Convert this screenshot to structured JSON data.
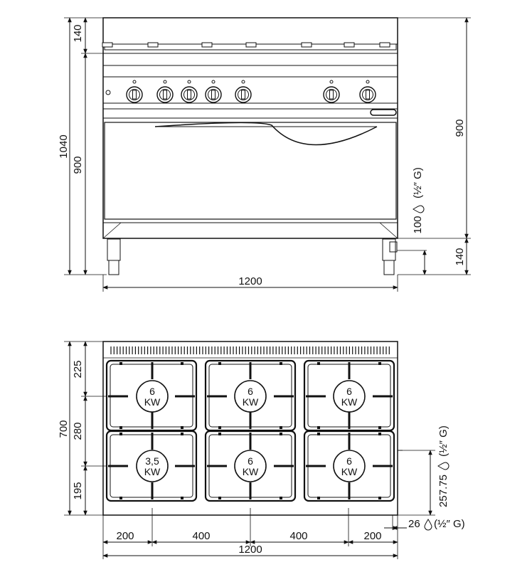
{
  "front_view": {
    "dims": {
      "top_band_height": "140",
      "overall_height": "1040",
      "body_height": "900",
      "right_height": "900",
      "gas_height": "100",
      "gas_connection": "(½″ G)",
      "leg_height": "140",
      "width": "1200"
    }
  },
  "top_view": {
    "dims": {
      "depth": "700",
      "front_row": "225",
      "middle_row": "280",
      "rear_row": "195",
      "gas_offset": "257.75",
      "gas_connection": "(½″ G)",
      "gas_side_offset": "26",
      "gas_side_connection": "(½″ G)",
      "seg_1": "200",
      "seg_2": "400",
      "seg_3": "400",
      "seg_4": "200",
      "width": "1200"
    },
    "burners": [
      {
        "power": "6",
        "unit": "KW"
      },
      {
        "power": "6",
        "unit": "KW"
      },
      {
        "power": "6",
        "unit": "KW"
      },
      {
        "power": "3,5",
        "unit": "KW"
      },
      {
        "power": "6",
        "unit": "KW"
      },
      {
        "power": "6",
        "unit": "KW"
      }
    ]
  }
}
